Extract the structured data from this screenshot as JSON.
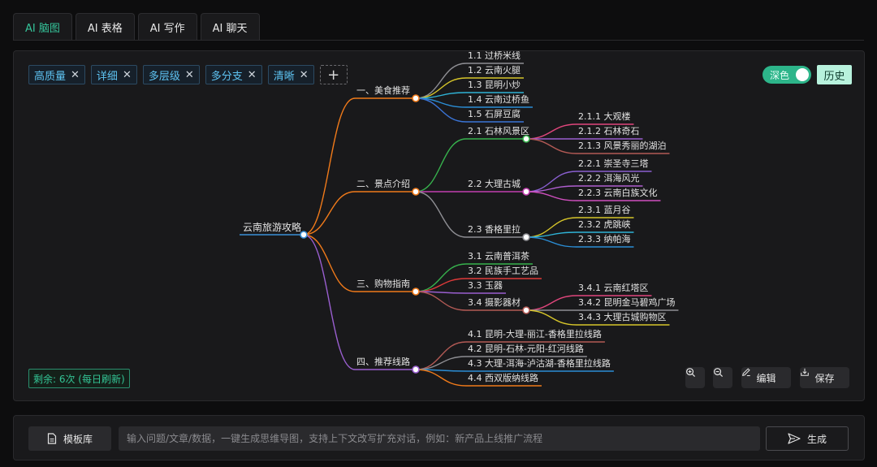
{
  "tabs": [
    {
      "label": "AI 脑图",
      "active": true
    },
    {
      "label": "AI 表格",
      "active": false
    },
    {
      "label": "AI 写作",
      "active": false
    },
    {
      "label": "AI 聊天",
      "active": false
    }
  ],
  "chips": [
    "高质量",
    "详细",
    "多层级",
    "多分支",
    "清晰"
  ],
  "toggle_label": "深色",
  "history_label": "历史",
  "remaining_label": "剩余: 6次 (每日刷新)",
  "controls": {
    "edit": "编辑",
    "save": "保存"
  },
  "bottom": {
    "template_label": "模板库",
    "prompt_placeholder": "输入问题/文章/数据，一键生成思维导图，支持上下文改写扩充对话，例如：新产品上线推广流程",
    "generate_label": "生成"
  },
  "mindmap": {
    "root": "云南旅游攻略",
    "branches": [
      {
        "label": "一、美食推荐",
        "color": "#f07a1a",
        "children": [
          {
            "label": "1.1 过桥米线",
            "color": "#8e8e93"
          },
          {
            "label": "1.2 云南火腿",
            "color": "#d6c52a"
          },
          {
            "label": "1.3 昆明小炒",
            "color": "#2fb3d6"
          },
          {
            "label": "1.4 云南过桥鱼",
            "color": "#2b8ed6"
          },
          {
            "label": "1.5 石屏豆腐",
            "color": "#3a74d6"
          }
        ]
      },
      {
        "label": "二、景点介绍",
        "color": "#f07a1a",
        "children": [
          {
            "label": "2.1 石林风景区",
            "color": "#37b24d",
            "children": [
              {
                "label": "2.1.1 大观楼",
                "color": "#e0467c"
              },
              {
                "label": "2.1.2 石林奇石",
                "color": "#9a5fd0"
              },
              {
                "label": "2.1.3 风景秀丽的湖泊",
                "color": "#b35a55"
              }
            ]
          },
          {
            "label": "2.2 大理古城",
            "color": "#c23fb0",
            "children": [
              {
                "label": "2.2.1 崇圣寺三塔",
                "color": "#8a5fd0"
              },
              {
                "label": "2.2.2 洱海风光",
                "color": "#b05fd0"
              },
              {
                "label": "2.2.3 云南白族文化",
                "color": "#d04fbf"
              }
            ]
          },
          {
            "label": "2.3 香格里拉",
            "color": "#8e8e93",
            "children": [
              {
                "label": "2.3.1 蓝月谷",
                "color": "#d6c52a"
              },
              {
                "label": "2.3.2 虎跳峡",
                "color": "#2fb3d6"
              },
              {
                "label": "2.3.3 纳帕海",
                "color": "#2b8ed6"
              }
            ]
          }
        ]
      },
      {
        "label": "三、购物指南",
        "color": "#f07a1a",
        "children": [
          {
            "label": "3.1 云南普洱茶",
            "color": "#37b24d"
          },
          {
            "label": "3.2 民族手工艺品",
            "color": "#e03a3a"
          },
          {
            "label": "3.3 玉器",
            "color": "#9a5fd0"
          },
          {
            "label": "3.4 摄影器材",
            "color": "#b35a55",
            "children": [
              {
                "label": "3.4.1 云南红塔区",
                "color": "#e0467c"
              },
              {
                "label": "3.4.2 昆明金马碧鸡广场",
                "color": "#8e8e93"
              },
              {
                "label": "3.4.3 大理古城购物区",
                "color": "#d6c52a"
              }
            ]
          }
        ]
      },
      {
        "label": "四、推荐线路",
        "color": "#9a5fd0",
        "children": [
          {
            "label": "4.1 昆明-大理-丽江-香格里拉线路",
            "color": "#b35a55"
          },
          {
            "label": "4.2 昆明-石林-元阳-红河线路",
            "color": "#8e8e93"
          },
          {
            "label": "4.3 大理-洱海-泸沽湖-香格里拉线路",
            "color": "#2b8ed6"
          },
          {
            "label": "4.4 西双版纳线路",
            "color": "#f07a1a"
          }
        ]
      }
    ]
  }
}
